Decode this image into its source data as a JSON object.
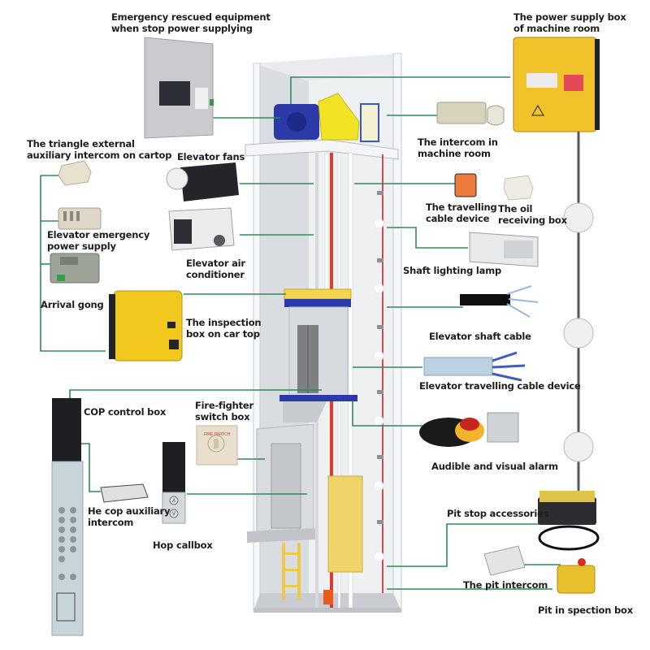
{
  "diagram": {
    "subject": "Elevator shaft components",
    "leader_color": "#2e8b57",
    "labels": {
      "emergency_rescue": [
        "Emergency rescued equipment",
        "when stop power supplying"
      ],
      "power_supply_box": [
        "The power supply box",
        "of machine room"
      ],
      "triangle_intercom": [
        "The triangle external",
        "auxiliary intercom on cartop"
      ],
      "elevator_fans": [
        "Elevator fans"
      ],
      "intercom_machine_room": [
        "The intercom in",
        "machine room"
      ],
      "travelling_cable_device": [
        "The travelling",
        "cable device"
      ],
      "oil_receiving_box": [
        "The oil",
        "receiving box"
      ],
      "emergency_power_supply": [
        "Elevator emergency",
        "power supply"
      ],
      "air_conditioner": [
        "Elevator air",
        "conditioner"
      ],
      "shaft_lighting_lamp": [
        "Shaft lighting lamp"
      ],
      "arrival_gong": [
        "Arrival gong"
      ],
      "inspection_box_car_top": [
        "The inspection",
        "box on car top"
      ],
      "shaft_cable": [
        "Elevator shaft cable"
      ],
      "travelling_cable_device_2": [
        "Elevator travelling cable device"
      ],
      "cop_control_box": [
        "COP control box"
      ],
      "fire_fighter_switch": [
        "Fire-fighter",
        "switch box"
      ],
      "audible_visual_alarm": [
        "Audible and visual alarm"
      ],
      "cop_aux_intercom": [
        "He cop auxiliary",
        "intercom"
      ],
      "hop_callbox": [
        "Hop callbox"
      ],
      "pit_stop_accessories": [
        "Pit stop accessories"
      ],
      "pit_intercom": [
        "The pit intercom"
      ],
      "pit_inspection_box": [
        "Pit in spection box"
      ]
    },
    "device_text": {
      "fire_switch": "FIRE SWITCH",
      "hop_up": "A",
      "hop_down": "V"
    }
  }
}
